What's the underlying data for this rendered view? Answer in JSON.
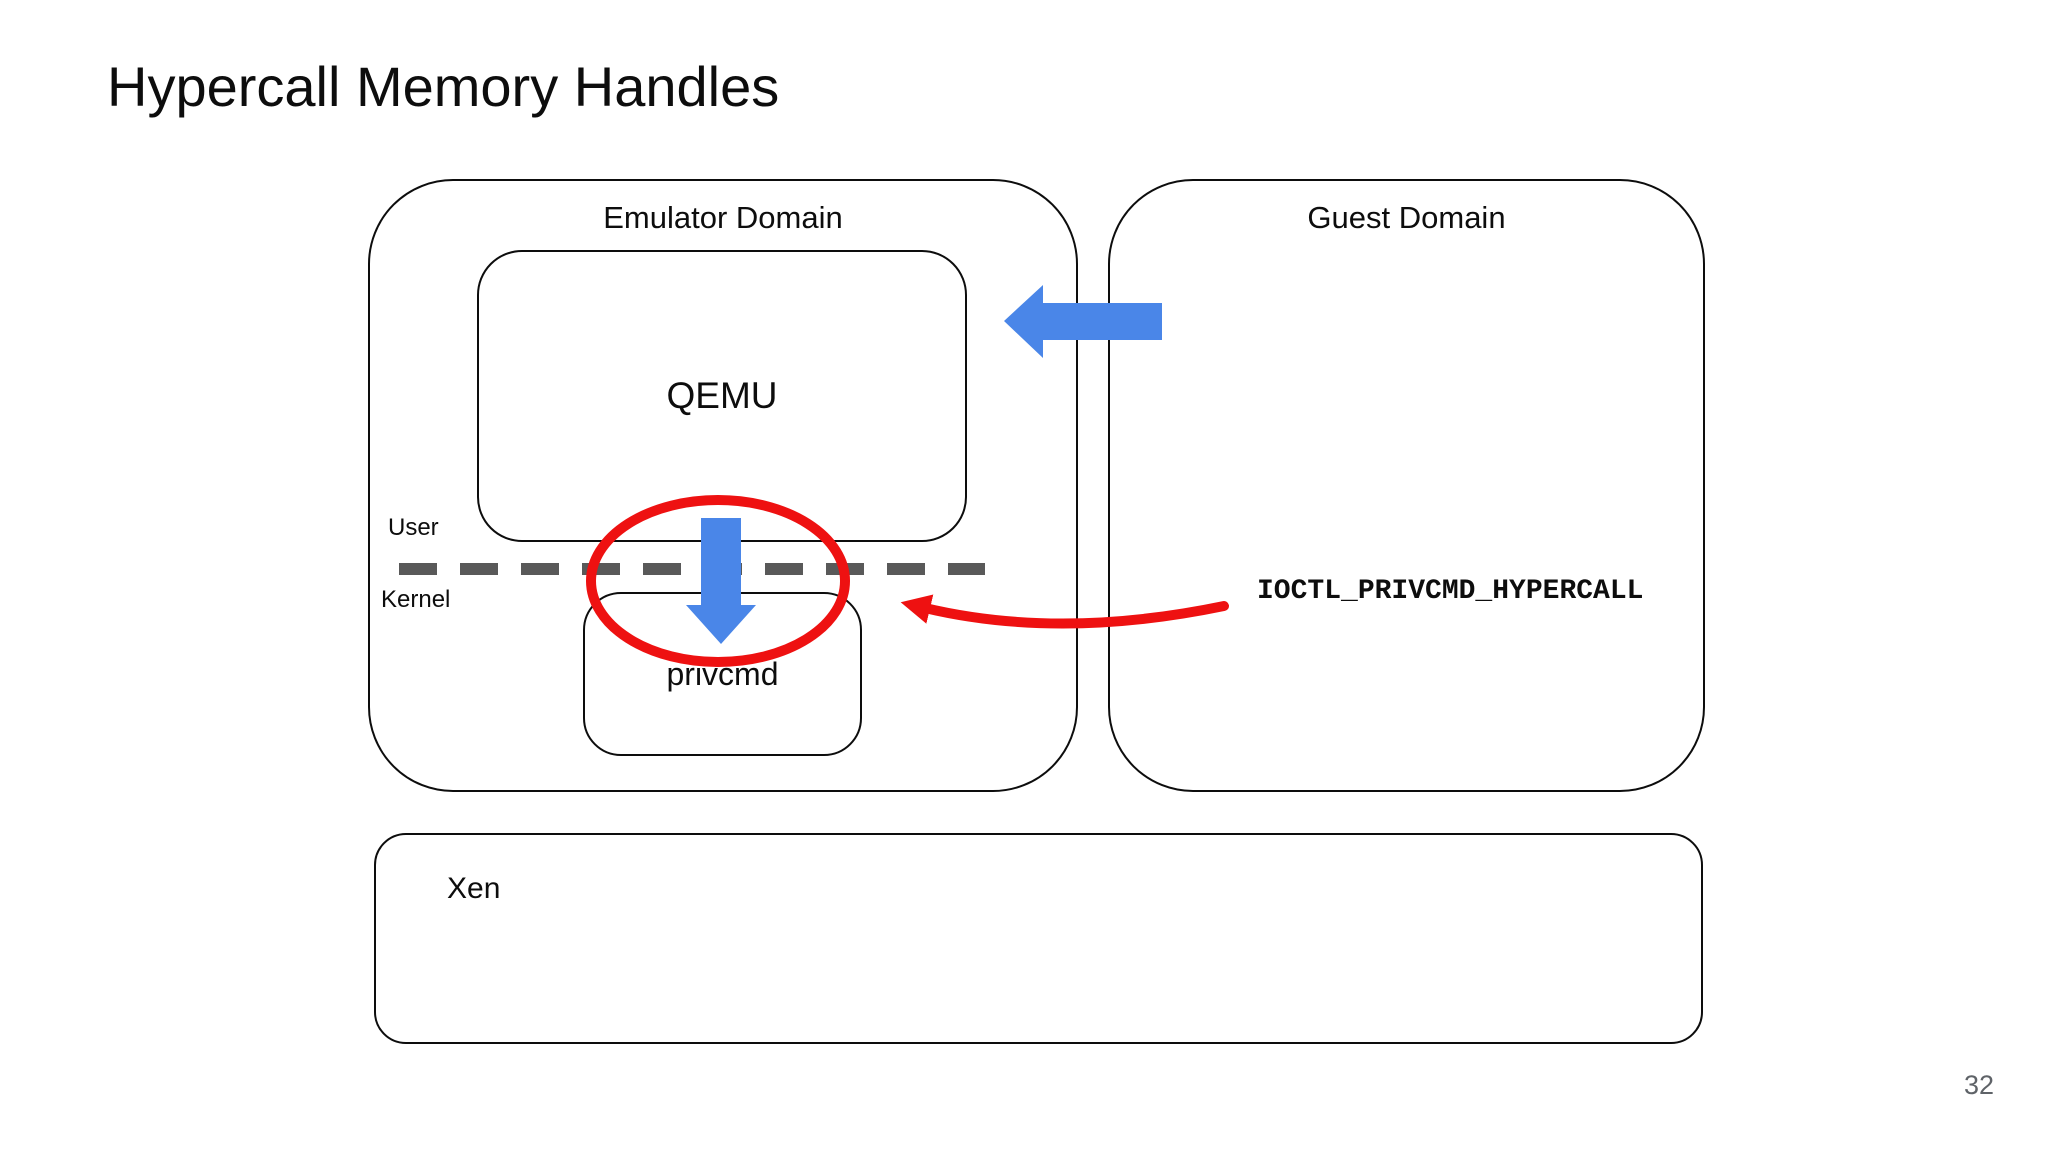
{
  "slide": {
    "title": "Hypercall Memory Handles",
    "page_number": "32"
  },
  "diagram": {
    "emulator_domain": {
      "label": "Emulator Domain",
      "qemu_box": {
        "label": "QEMU"
      },
      "privcmd_box": {
        "label": "privcmd"
      },
      "user_space_label": "User",
      "kernel_space_label": "Kernel"
    },
    "guest_domain": {
      "label": "Guest Domain"
    },
    "xen_box": {
      "label": "Xen"
    },
    "annotations": {
      "ioctl_call_label": "IOCTL_PRIVCMD_HYPERCALL"
    },
    "icons": {
      "guest_to_qemu_arrow": "left-arrow",
      "qemu_to_privcmd_arrow": "down-arrow",
      "ioctl_annotation_arrow": "curved-left-arrow",
      "highlight": "red-ellipse"
    }
  },
  "colors": {
    "arrow_blue": "#4a86e8",
    "highlight_red": "#ee1111",
    "divider_gray": "#595959"
  }
}
